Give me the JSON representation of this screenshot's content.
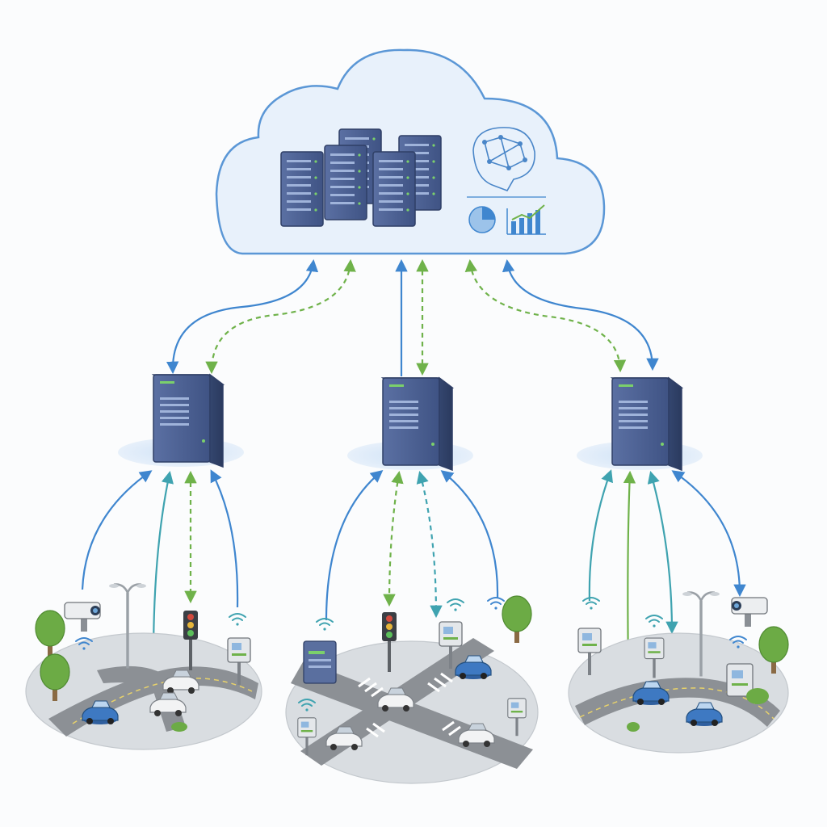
{
  "diagram": {
    "cloud": {
      "components": [
        "server-rack-cluster",
        "brain-network-icon",
        "pie-chart-icon",
        "bar-chart-icon"
      ]
    },
    "edge_nodes": [
      {
        "id": "edge-left",
        "icon": "server-icon"
      },
      {
        "id": "edge-center",
        "icon": "server-icon"
      },
      {
        "id": "edge-right",
        "icon": "server-icon"
      }
    ],
    "districts": [
      {
        "id": "district-left",
        "devices": [
          "security-camera",
          "street-lamp",
          "traffic-light",
          "sensor-box",
          "car",
          "car",
          "car",
          "tree",
          "tree"
        ]
      },
      {
        "id": "district-center",
        "devices": [
          "sensor-cabinet",
          "traffic-light",
          "sensor-box",
          "sensor-box",
          "car",
          "car",
          "car",
          "car",
          "tree"
        ]
      },
      {
        "id": "district-right",
        "devices": [
          "sensor-box",
          "sensor-box",
          "street-lamp",
          "security-camera",
          "sensor-cabinet",
          "car",
          "car",
          "tree",
          "tree"
        ]
      }
    ],
    "link_styles": {
      "solid": "#3f86cf",
      "dashed": "#6fb24a",
      "teal": "#3fa3b0"
    },
    "colors": {
      "cloud_fill": "#e8f1fb",
      "cloud_stroke": "#5b97d6",
      "server_body": "#4a5f8f",
      "ground": "#d9dde1",
      "road": "#8c9095",
      "car": "#3e79c2",
      "tree": "#6cab45"
    }
  }
}
